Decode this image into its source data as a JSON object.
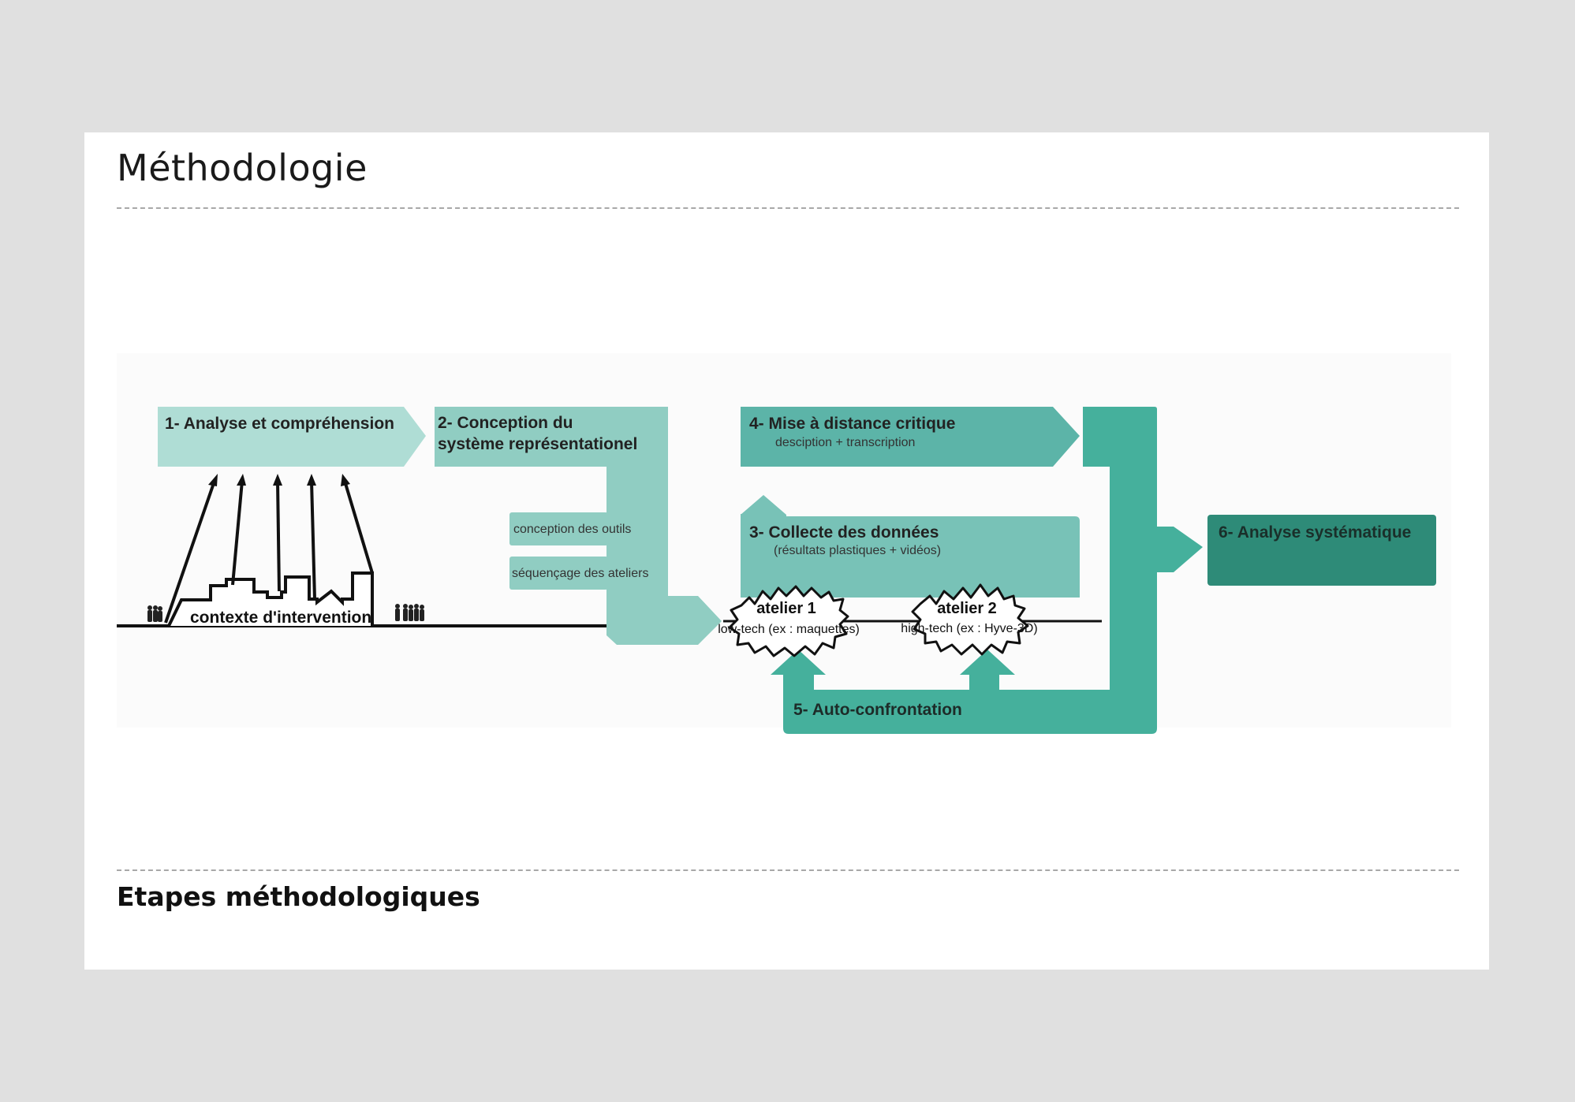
{
  "slide": {
    "title": "Méthodologie",
    "footer": "Etapes méthodologiques"
  },
  "diagram": {
    "step1": "1- Analyse et compréhension",
    "step2_line1": "2- Conception du",
    "step2_line2": "système représentationel",
    "step2_sub1": "conception des outils",
    "step2_sub2": "séquençage des ateliers",
    "step3": "3- Collecte des données",
    "step3_sub": "(résultats plastiques + vidéos)",
    "step4": "4- Mise à distance critique",
    "step4_sub": "desciption + transcription",
    "step5": "5- Auto-confrontation",
    "step6": "6- Analyse systématique",
    "context": "contexte d'intervention",
    "atelier1_title": "atelier 1",
    "atelier1_desc": "low-tech (ex : maquettes)",
    "atelier2_title": "atelier 2",
    "atelier2_desc": "high-tech (ex : Hyve-3D)"
  },
  "colors": {
    "step1": "#afddd5",
    "step2": "#90cdc2",
    "step3": "#78c2b7",
    "step4": "#5cb4a8",
    "step5": "#45b09c",
    "step6": "#2e8b78",
    "diagram_bg": "#fbfbfb"
  }
}
